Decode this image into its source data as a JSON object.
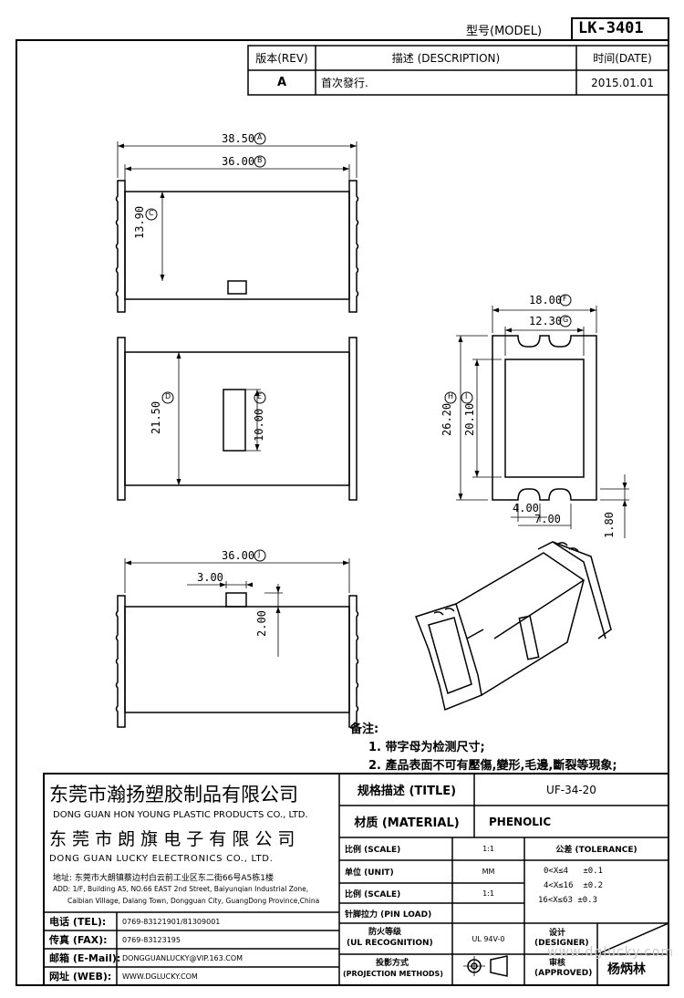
{
  "header": {
    "model_label": "型号(MODEL)",
    "model_value": "LK-3401"
  },
  "revision_table": {
    "col_rev": "版本(REV)",
    "col_desc": "描述 (DESCRIPTION)",
    "col_date": "时间(DATE)",
    "rev": "A",
    "desc": "首次發行.",
    "date": "2015.01.01"
  },
  "dimensions": {
    "d_a": "38.50",
    "d_b": "36.00",
    "d_c": "13.90",
    "d_d": "21.50",
    "d_e": "10.00",
    "d_f": "18.00",
    "d_g": "12.30",
    "d_h": "26.20",
    "d_i": "20.10",
    "d_j": "36.00",
    "d_4": "4.00",
    "d_7": "7.00",
    "d_18": "1.80",
    "d_3": "3.00",
    "d_2": "2.00",
    "m_a": "A",
    "m_b": "B",
    "m_c": "C",
    "m_d": "D",
    "m_e": "E",
    "m_f": "F",
    "m_g": "G",
    "m_h": "H",
    "m_i": "I",
    "m_j": "J"
  },
  "notes": {
    "title": "备注:",
    "line1": "1. 带字母为检测尺寸;",
    "line2": "2. 產品表面不可有壓傷,變形,毛邊,斷裂等現象;"
  },
  "company": {
    "name1_cn": "东莞市瀚扬塑胶制品有限公司",
    "name1_en": "DONG GUAN HON YOUNG PLASTIC PRODUCTS CO., LTD.",
    "name2_cn": "东 莞 市 朗 旗 电 子 有 限 公 司",
    "name2_en": "DONG GUAN LUCKY ELECTRONICS CO., LTD.",
    "addr_cn": "地址: 东莞市大朗镇蔡边村白云前工业区东二街66号A5栋1楼",
    "addr_en1": "ADD: 1/F, Building A5, NO.66 EAST 2nd Street, Baiyunqian Industrial Zone,",
    "addr_en2": "Caibian Village, Dalang Town, Dongguan City, GuangDong Province,China"
  },
  "contacts": {
    "tel_label": "电话 (TEL):",
    "tel_value": "0769-83121901/81309001",
    "fax_label": "传真 (FAX):",
    "fax_value": "0769-83123195",
    "mail_label": "邮箱 (E-Mail):",
    "mail_value": "DONGGUANLUCKY@VIP.163.COM",
    "web_label": "网址 (WEB):",
    "web_value": "WWW.DGLUCKY.COM"
  },
  "title_block": {
    "title_label": "规格描述 (TITLE)",
    "title_value": "UF-34-20",
    "material_label": "材质 (MATERIAL)",
    "material_value": "PHENOLIC",
    "scale_label": "比例 (SCALE)",
    "scale_value": "1:1",
    "tolerance_label": "公差 (TOLERANCE)",
    "unit_label": "单位 (UNIT)",
    "unit_value": "MM",
    "tol1": "0<X≤4   ±0.1",
    "tol2": "4<X≤16  ±0.2",
    "tol3": "16<X≤63 ±0.3",
    "scale2_label": "比例 (SCALE)",
    "scale2_value": "1:1",
    "pin_label": "针脚拉力 (PIN LOAD)",
    "ul_label1": "防火等级",
    "ul_label2": "(UL RECOGNITION)",
    "ul_value": "UL 94V-0",
    "proj_label1": "投影方式",
    "proj_label2": "(PROJECTION METHODS)",
    "designer_label1": "设计",
    "designer_label2": "(DESIGNER)",
    "approved_label1": "审核",
    "approved_label2": "(APPROVED)",
    "approver_name": "杨炳林",
    "watermark": "www.dglucky.com"
  }
}
